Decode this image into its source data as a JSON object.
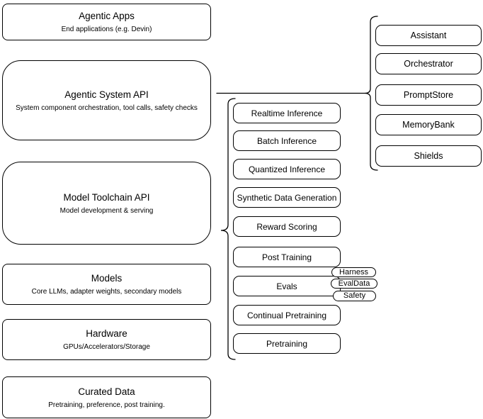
{
  "canvas": {
    "background": "#ffffff",
    "stroke_color": "#000000"
  },
  "left_stack": {
    "boxes": [
      {
        "title": "Agentic Apps",
        "subtitle": "End applications (e.g. Devin)"
      },
      {
        "title": "Agentic System API",
        "subtitle": "System component orchestration, tool calls, safety checks"
      },
      {
        "title": "Model Toolchain API",
        "subtitle": "Model development & serving"
      },
      {
        "title": "Models",
        "subtitle": "Core LLMs, adapter weights, secondary models"
      },
      {
        "title": "Hardware",
        "subtitle": "GPUs/Accelerators/Storage"
      },
      {
        "title": "Curated Data",
        "subtitle": "Pretraining, preference, post training."
      }
    ]
  },
  "toolchain_group": {
    "items": [
      "Realtime Inference",
      "Batch Inference",
      "Quantized Inference",
      "Synthetic Data Generation",
      "Reward Scoring",
      "Post Training",
      "Evals",
      "Continual Pretraining",
      "Pretraining"
    ]
  },
  "eval_badges": [
    "Harness",
    "EvalData",
    "Safety"
  ],
  "agentic_group": {
    "items": [
      "Assistant",
      "Orchestrator",
      "PromptStore",
      "MemoryBank",
      "Shields"
    ]
  }
}
